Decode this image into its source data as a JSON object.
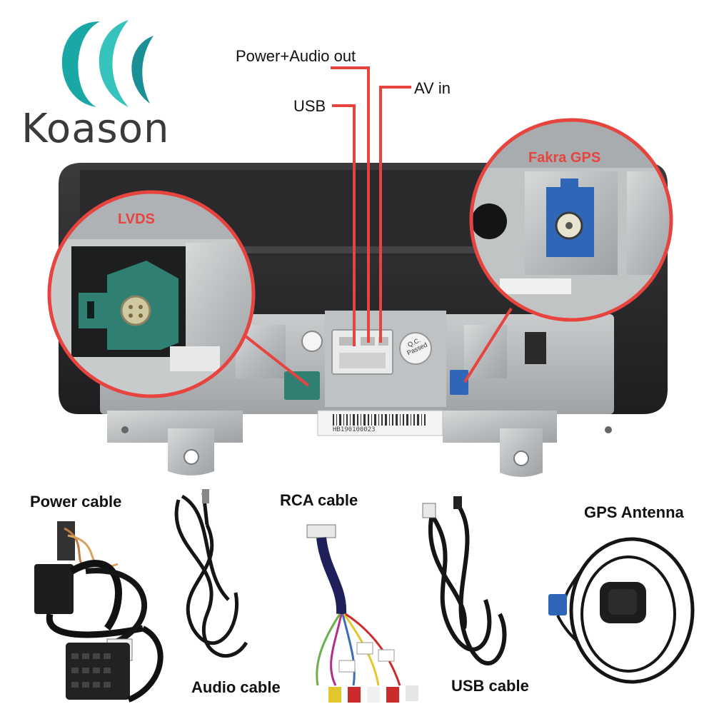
{
  "brand": {
    "name": "Koason",
    "logo_colors": [
      "#1aa8a6",
      "#36c2bd",
      "#1a8f95"
    ]
  },
  "callouts": {
    "power_audio_out": "Power+Audio out",
    "usb": "USB",
    "av_in": "AV in",
    "line_color": "#e8443f"
  },
  "zooms": {
    "lvds": "LVDS",
    "fakra_gps": "Fakra GPS",
    "ring_color": "#e8443f"
  },
  "unit": {
    "qc_badge_line1": "Q.C.",
    "qc_badge_line2": "Passed",
    "serial": "HB190100023",
    "lvds_connector_color": "#2f7f73",
    "gps_connector_color": "#2f66b8"
  },
  "accessories": [
    {
      "key": "power",
      "label": "Power cable"
    },
    {
      "key": "audio",
      "label": "Audio cable"
    },
    {
      "key": "rca",
      "label": "RCA cable"
    },
    {
      "key": "usb",
      "label": "USB cable"
    },
    {
      "key": "gps",
      "label": "GPS Antenna"
    }
  ]
}
